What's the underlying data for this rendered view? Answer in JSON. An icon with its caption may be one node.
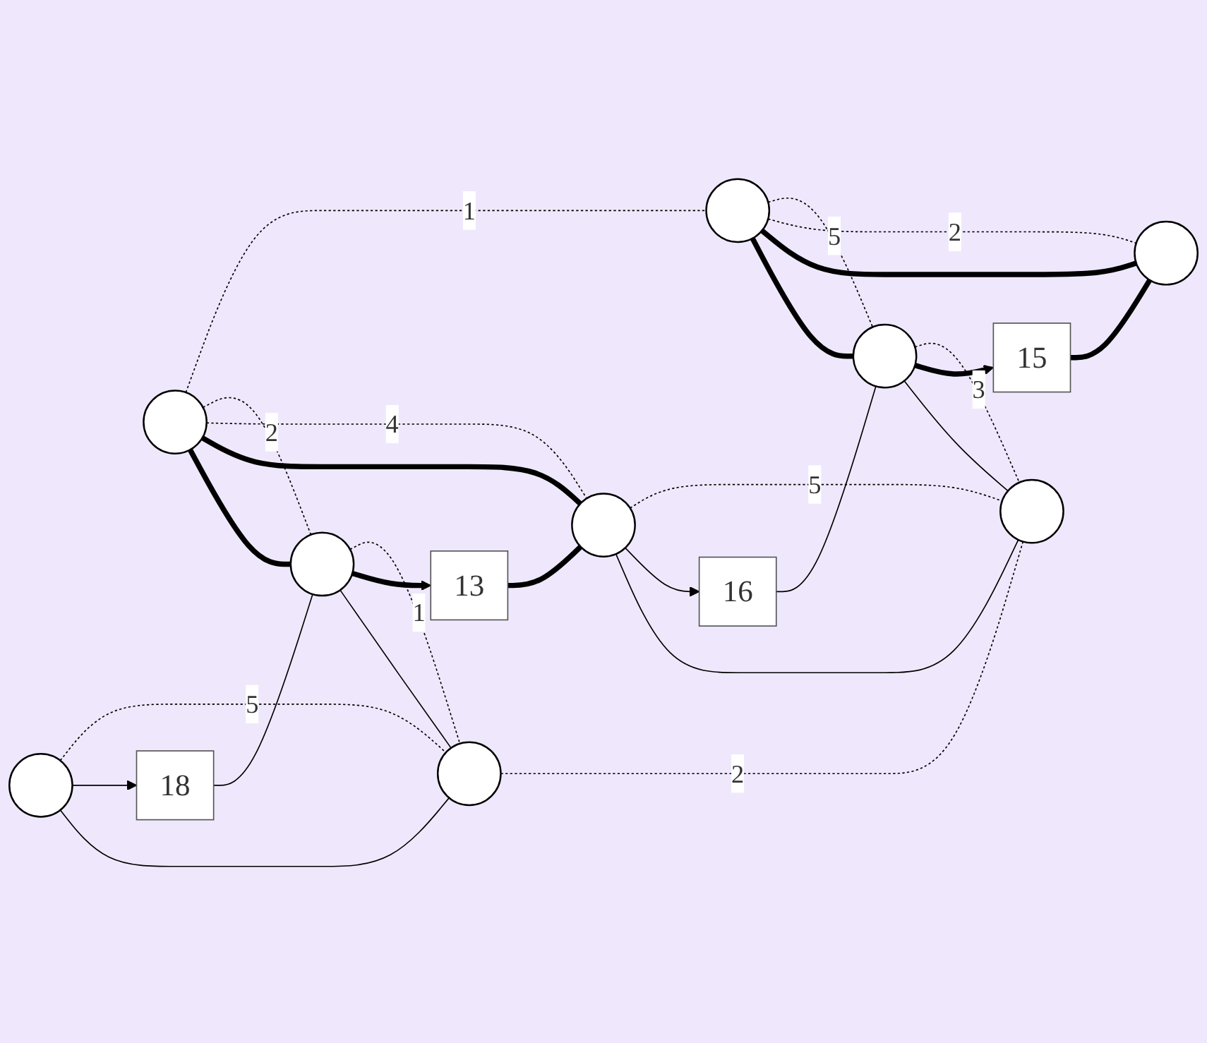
{
  "diagram": {
    "nodes": [
      {
        "text": [],
        "shape": "circle"
      },
      {
        "text": [],
        "shape": "circle"
      },
      {
        "text": [
          "18"
        ]
      },
      {
        "text": [
          "16"
        ]
      },
      {
        "text": [],
        "shape": "circle"
      },
      {
        "text": [],
        "shape": "circle"
      },
      {
        "text": [],
        "shape": "circle"
      },
      {
        "text": [],
        "shape": "circle"
      },
      {
        "text": [],
        "shape": "circle"
      },
      {
        "text": [
          "13"
        ]
      },
      {
        "text": [
          "15"
        ]
      },
      {
        "text": [],
        "shape": "circle"
      },
      {
        "text": [],
        "shape": "circle"
      }
    ],
    "edges": [
      {
        "from": 0,
        "to": 1,
        "arrow": "none",
        "label": "1",
        "style": "dashed"
      },
      {
        "from": 0,
        "to": 5,
        "arrow": "none",
        "label": "2",
        "style": "dashed"
      },
      {
        "from": 0,
        "to": 6,
        "arrow": "none",
        "label": "4",
        "style": "dashed"
      },
      {
        "from": 1,
        "to": 7,
        "arrow": "none",
        "label": "5",
        "style": "dashed"
      },
      {
        "from": 1,
        "to": 8,
        "arrow": "none",
        "label": "2",
        "style": "dashed"
      },
      {
        "from": 4,
        "to": 11,
        "arrow": "none",
        "label": "5",
        "style": "dashed"
      },
      {
        "from": 5,
        "to": 11,
        "arrow": "none",
        "label": "1",
        "style": "dashed"
      },
      {
        "from": 6,
        "to": 12,
        "arrow": "none",
        "label": "5",
        "style": "dashed"
      },
      {
        "from": 7,
        "to": 12,
        "arrow": "none",
        "label": "3",
        "style": "dashed"
      },
      {
        "from": 11,
        "to": 12,
        "arrow": "none",
        "label": "2",
        "style": "dashed"
      },
      {
        "from": 4,
        "to": 2,
        "arrow": "to"
      },
      {
        "from": 2,
        "to": 5,
        "arrow": "none"
      },
      {
        "from": 4,
        "to": 11,
        "arrow": "none"
      },
      {
        "from": 11,
        "to": 5,
        "arrow": "none"
      },
      {
        "from": 5,
        "to": 0,
        "arrow": "none",
        "style": "thick"
      },
      {
        "from": 0,
        "to": 6,
        "arrow": "none",
        "style": "thick"
      },
      {
        "from": 5,
        "to": 9,
        "arrow": "to",
        "style": "thick"
      },
      {
        "from": 9,
        "to": 6,
        "arrow": "none",
        "style": "thick"
      },
      {
        "from": 6,
        "to": 3,
        "arrow": "to"
      },
      {
        "from": 3,
        "to": 7,
        "arrow": "none"
      },
      {
        "from": 6,
        "to": 12,
        "arrow": "none"
      },
      {
        "from": 12,
        "to": 7,
        "arrow": "none"
      },
      {
        "from": 7,
        "to": 1,
        "arrow": "none",
        "style": "thick"
      },
      {
        "from": 1,
        "to": 8,
        "arrow": "none",
        "style": "thick"
      },
      {
        "from": 7,
        "to": 10,
        "arrow": "to",
        "style": "thick"
      },
      {
        "from": 10,
        "to": 8,
        "arrow": "none",
        "style": "thick"
      }
    ]
  }
}
